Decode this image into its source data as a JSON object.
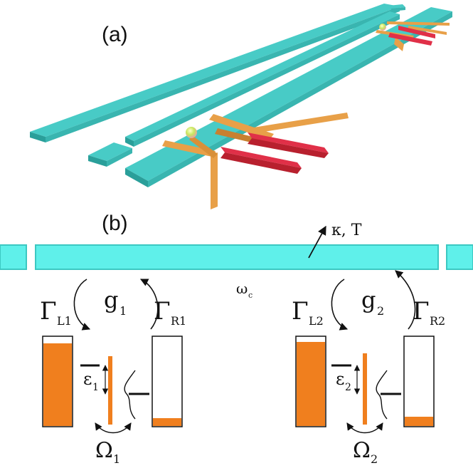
{
  "panel_a": {
    "label": "(a)"
  },
  "panel_b": {
    "label": "(b)",
    "cavity": {
      "loss_label": "κ, T",
      "frequency_label": "ω",
      "frequency_sub": "c"
    },
    "dot_1": {
      "gamma_left": "Γ",
      "gamma_left_sub": "L1",
      "coupling": "g",
      "coupling_sub": "1",
      "gamma_right": "Γ",
      "gamma_right_sub": "R1",
      "detuning": "ε",
      "detuning_sub": "1",
      "tunneling": "Ω",
      "tunneling_sub": "1"
    },
    "dot_2": {
      "gamma_left": "Γ",
      "gamma_left_sub": "L2",
      "coupling": "g",
      "coupling_sub": "2",
      "gamma_right": "Γ",
      "gamma_right_sub": "R2",
      "detuning": "ε",
      "detuning_sub": "2",
      "tunneling": "Ω",
      "tunneling_sub": "2"
    }
  },
  "colors": {
    "resonator": "#4fd0cc",
    "resonator_flat": "#5ff0ea",
    "lead_fill": "#f07f1e",
    "gate_orange": "#e8a048",
    "gate_red": "#d8283c"
  }
}
